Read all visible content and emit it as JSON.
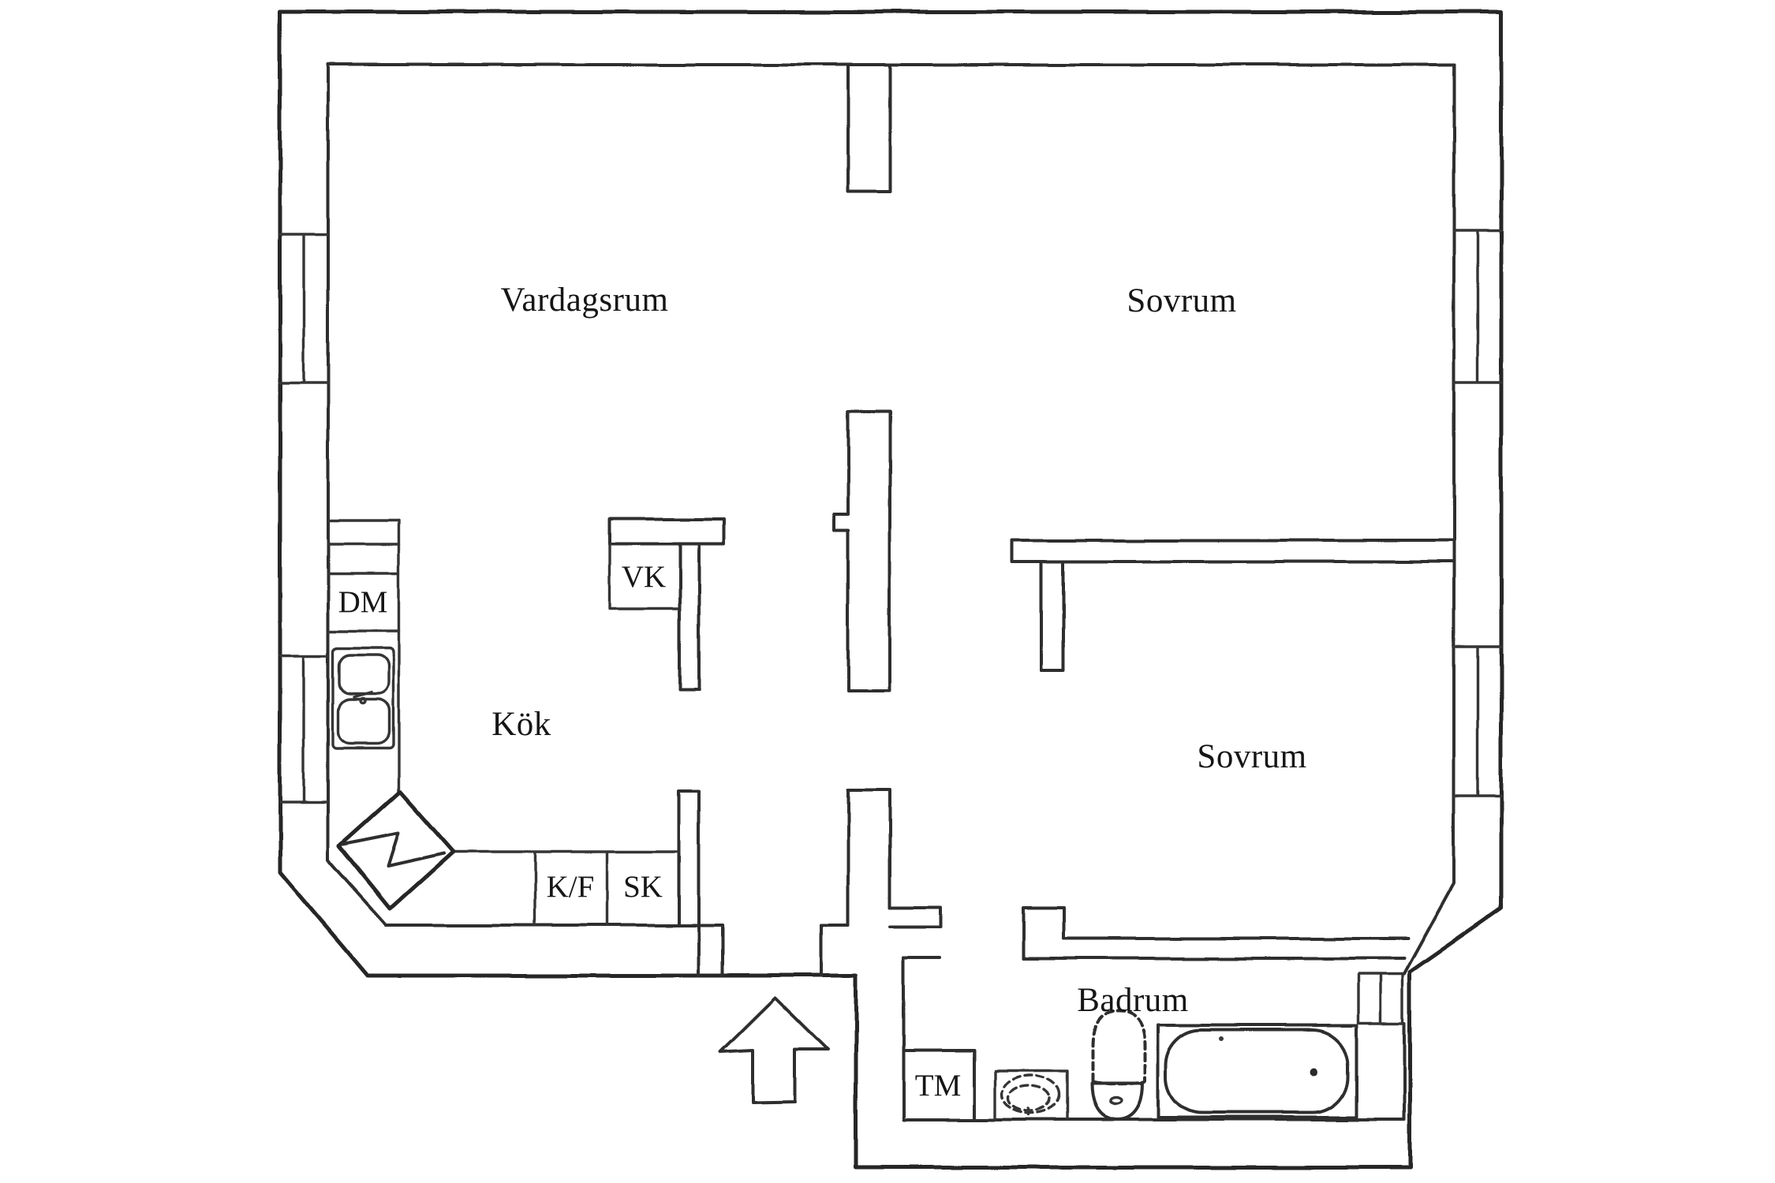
{
  "floorplan": {
    "rooms": [
      {
        "id": "vardagsrum",
        "label": "Vardagsrum"
      },
      {
        "id": "sovrum-top",
        "label": "Sovrum"
      },
      {
        "id": "kok",
        "label": "Kök"
      },
      {
        "id": "sovrum-bottom",
        "label": "Sovrum"
      },
      {
        "id": "badrum",
        "label": "Badrum"
      }
    ],
    "fixtures": [
      {
        "id": "dm",
        "label": "DM"
      },
      {
        "id": "vk",
        "label": "VK"
      },
      {
        "id": "kf",
        "label": "K/F"
      },
      {
        "id": "sk",
        "label": "SK"
      },
      {
        "id": "tm",
        "label": "TM"
      }
    ],
    "symbols": [
      {
        "name": "entrance-arrow",
        "direction": "up"
      },
      {
        "name": "stove-diamond-zigzag"
      },
      {
        "name": "double-kitchen-sink"
      },
      {
        "name": "toilet"
      },
      {
        "name": "washbasin"
      },
      {
        "name": "bathtub"
      }
    ],
    "colors": {
      "line": "#262626",
      "paper": "#ffffff",
      "tub_shade": "#aeaeae",
      "basin_fill": "#f3f3f3"
    }
  }
}
